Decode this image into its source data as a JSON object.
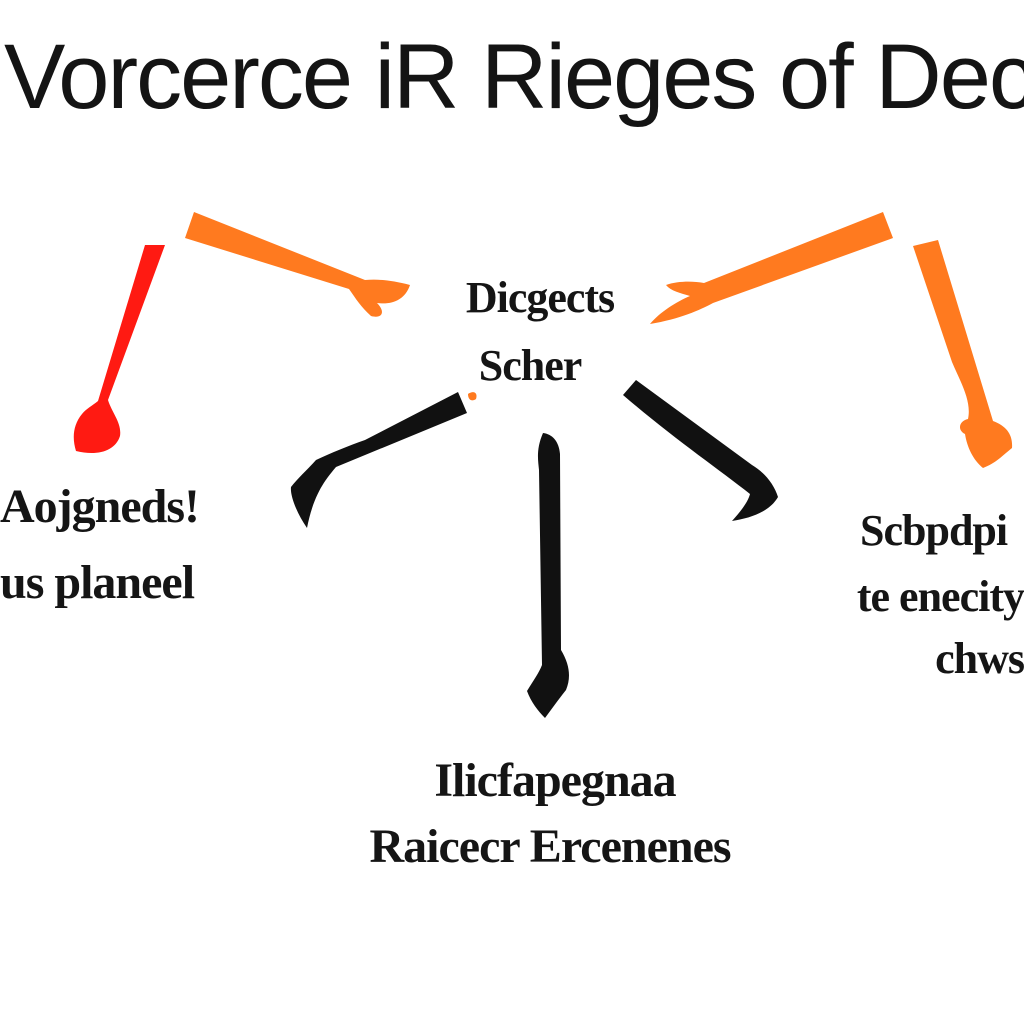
{
  "title": "Vorcerce iR Rieges of Deco",
  "colors": {
    "red": "#ff1a12",
    "orange": "#ff7a1f",
    "black": "#111111"
  },
  "nodes": {
    "center": [
      "Dicgects",
      "Scher"
    ],
    "left": [
      "Aojgneds!",
      "us planeel"
    ],
    "right": [
      "Scbpdpi",
      "te enecity",
      "chws"
    ],
    "bottom": [
      "Ilicfapegnaa",
      "Raicecr Ercenenes"
    ]
  }
}
